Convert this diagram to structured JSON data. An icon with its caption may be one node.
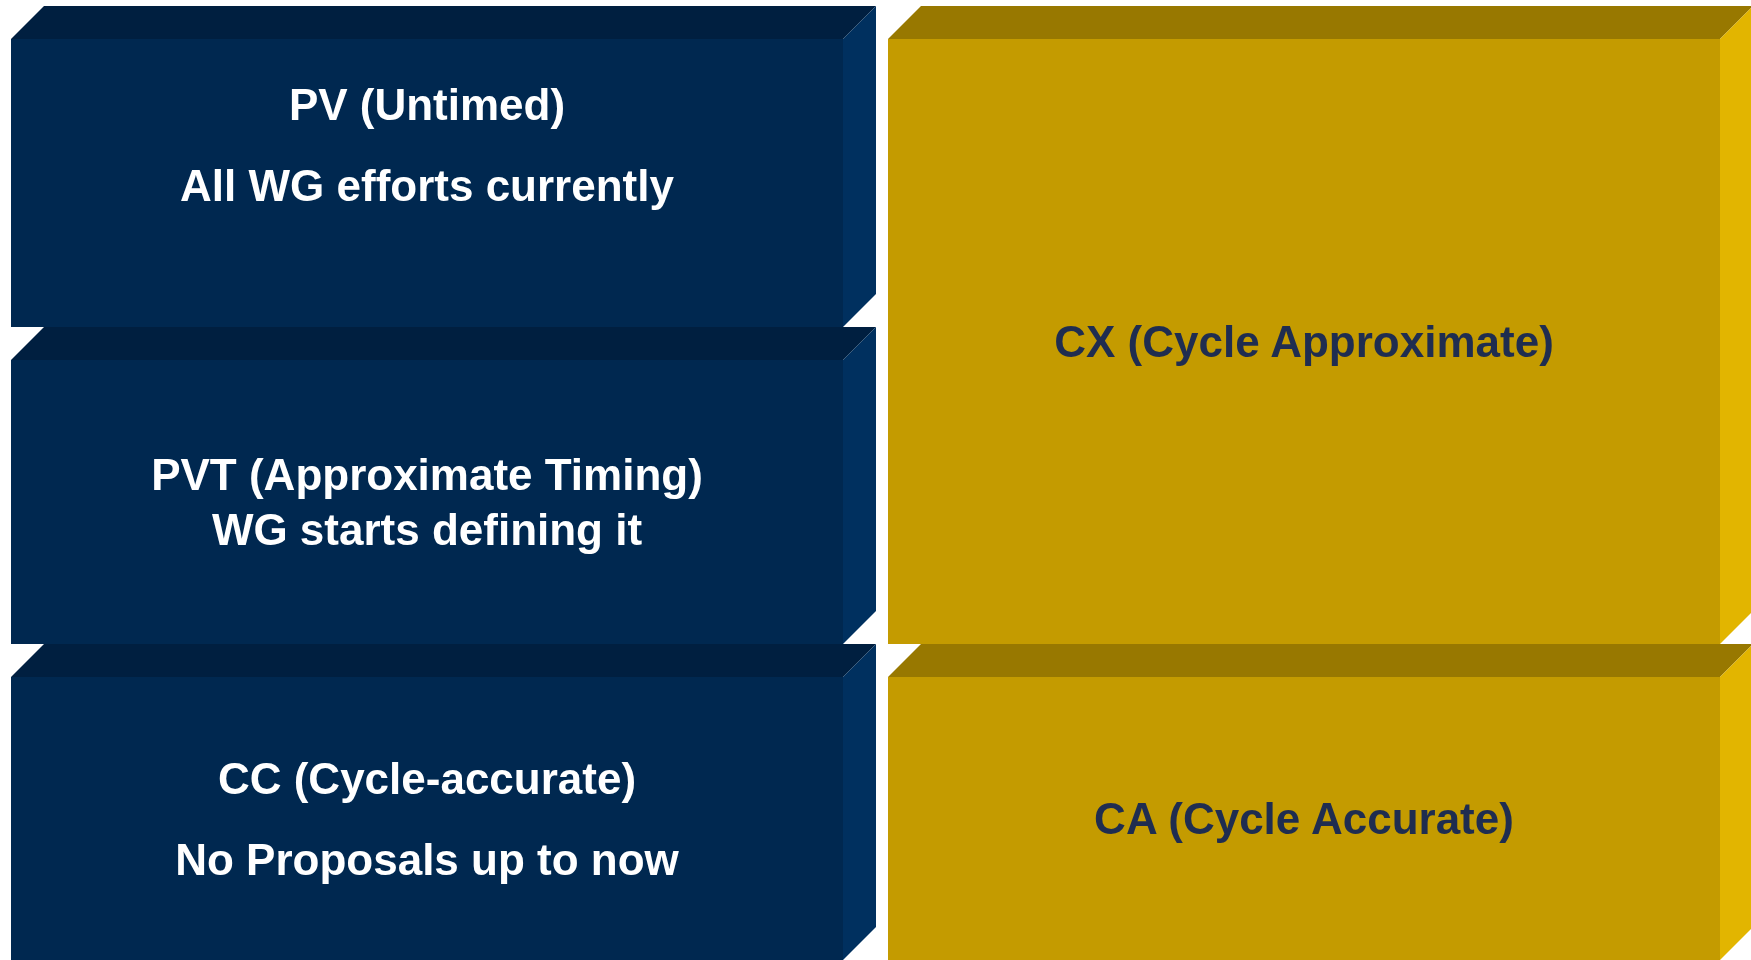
{
  "diagram": {
    "nodes": [
      {
        "text": [
          "PV (Untimed)",
          "All WG efforts currently"
        ]
      },
      {
        "text": [
          "PVT (Approximate Timing)",
          "WG starts defining it"
        ]
      },
      {
        "text": [
          "CC (Cycle-accurate)",
          "No Proposals up to now"
        ]
      },
      {
        "text": [
          "CX (Cycle Approximate)"
        ]
      },
      {
        "text": [
          "CA (Cycle Accurate)"
        ]
      }
    ]
  }
}
